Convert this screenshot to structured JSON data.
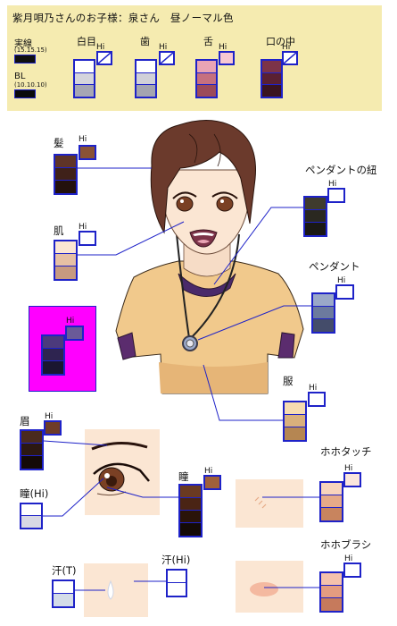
{
  "header": {
    "title": "紫月唄乃さんのお子様：泉さん　昼ノーマル色",
    "line_label": "実線",
    "line_value": "(15.15.15)",
    "bl_label": "BL",
    "bl_value": "(10.10.10)",
    "groups": [
      {
        "label": "白目",
        "hi": "Hi"
      },
      {
        "label": "歯",
        "hi": "Hi"
      },
      {
        "label": "舌",
        "hi": "Hi"
      },
      {
        "label": "口の中",
        "hi": "Hi"
      }
    ]
  },
  "parts": {
    "hair": {
      "label": "髪",
      "hi": "Hi"
    },
    "skin": {
      "label": "肌",
      "hi": "Hi"
    },
    "pendant_cord": {
      "label": "ペンダントの紐",
      "hi": "Hi"
    },
    "pendant": {
      "label": "ペンダント",
      "hi": "Hi"
    },
    "magenta": {
      "hi": "Hi"
    },
    "clothes": {
      "label": "服",
      "hi": "Hi"
    },
    "eyebrow": {
      "label": "眉",
      "hi": "Hi"
    },
    "pupil": {
      "label": "瞳",
      "hi": "Hi"
    },
    "pupil_hi": {
      "label": "瞳(Hi)"
    },
    "cheek_touch": {
      "label": "ホホタッチ",
      "hi": "Hi"
    },
    "cheek_brush": {
      "label": "ホホブラシ",
      "hi": "Hi"
    },
    "sweat_t": {
      "label": "汗(T)"
    },
    "sweat_hi": {
      "label": "汗(Hi)"
    }
  },
  "colors": {
    "header_bg": "#f5ebb0",
    "swatch_border": "#1e22c8",
    "line_color": "#0f0f0f",
    "bl_color": "#0a0a0a",
    "whites": [
      "#ffffff",
      "#d4d4dc",
      "#a6a6b4"
    ],
    "teeth": [
      "#ffffff",
      "#d0d0d8",
      "#a4a4b0"
    ],
    "tongue": [
      "#e9a4b4",
      "#c6707f",
      "#9c4a5a"
    ],
    "tongue_hi": "#f7c7d2",
    "mouth": [
      "#7c3348",
      "#5a2032",
      "#3a1420"
    ],
    "hair": [
      "#5f3428",
      "#3f2119",
      "#23110d"
    ],
    "hair_hi": "#8a5236",
    "skin": [
      "#fbe6d3",
      "#e6c0a4",
      "#c79a80"
    ],
    "cord": [
      "#3f3b2e",
      "#2a2820",
      "#1a1814"
    ],
    "pendant": [
      "#9aa8c8",
      "#6c7a9e",
      "#444c6a"
    ],
    "magenta_bg": "#ff00ff",
    "magenta": [
      "#4c3a7c",
      "#2e2450",
      "#1a1630"
    ],
    "magenta_hi": "#6a5a98",
    "clothes": [
      "#f6dcb0",
      "#d9b07c",
      "#b58652"
    ],
    "eyebrow": [
      "#4a2a1e",
      "#2c1812",
      "#140a08"
    ],
    "eyebrow_hi": "#6e3c28",
    "pupil": [
      "#6a3a22",
      "#4a2414",
      "#2a140a"
    ],
    "pupil_hi_sw": "#a0603a",
    "eye_hi": "#d8d8e4",
    "cheek_touch": [
      "#f8d4bc",
      "#e6aa88",
      "#c8845e"
    ],
    "cheek_brush": [
      "#f5c2ac",
      "#e49c80",
      "#c67a5c"
    ],
    "cheek_hi": "#fbe6dc",
    "sweat": "#d4dce8"
  }
}
